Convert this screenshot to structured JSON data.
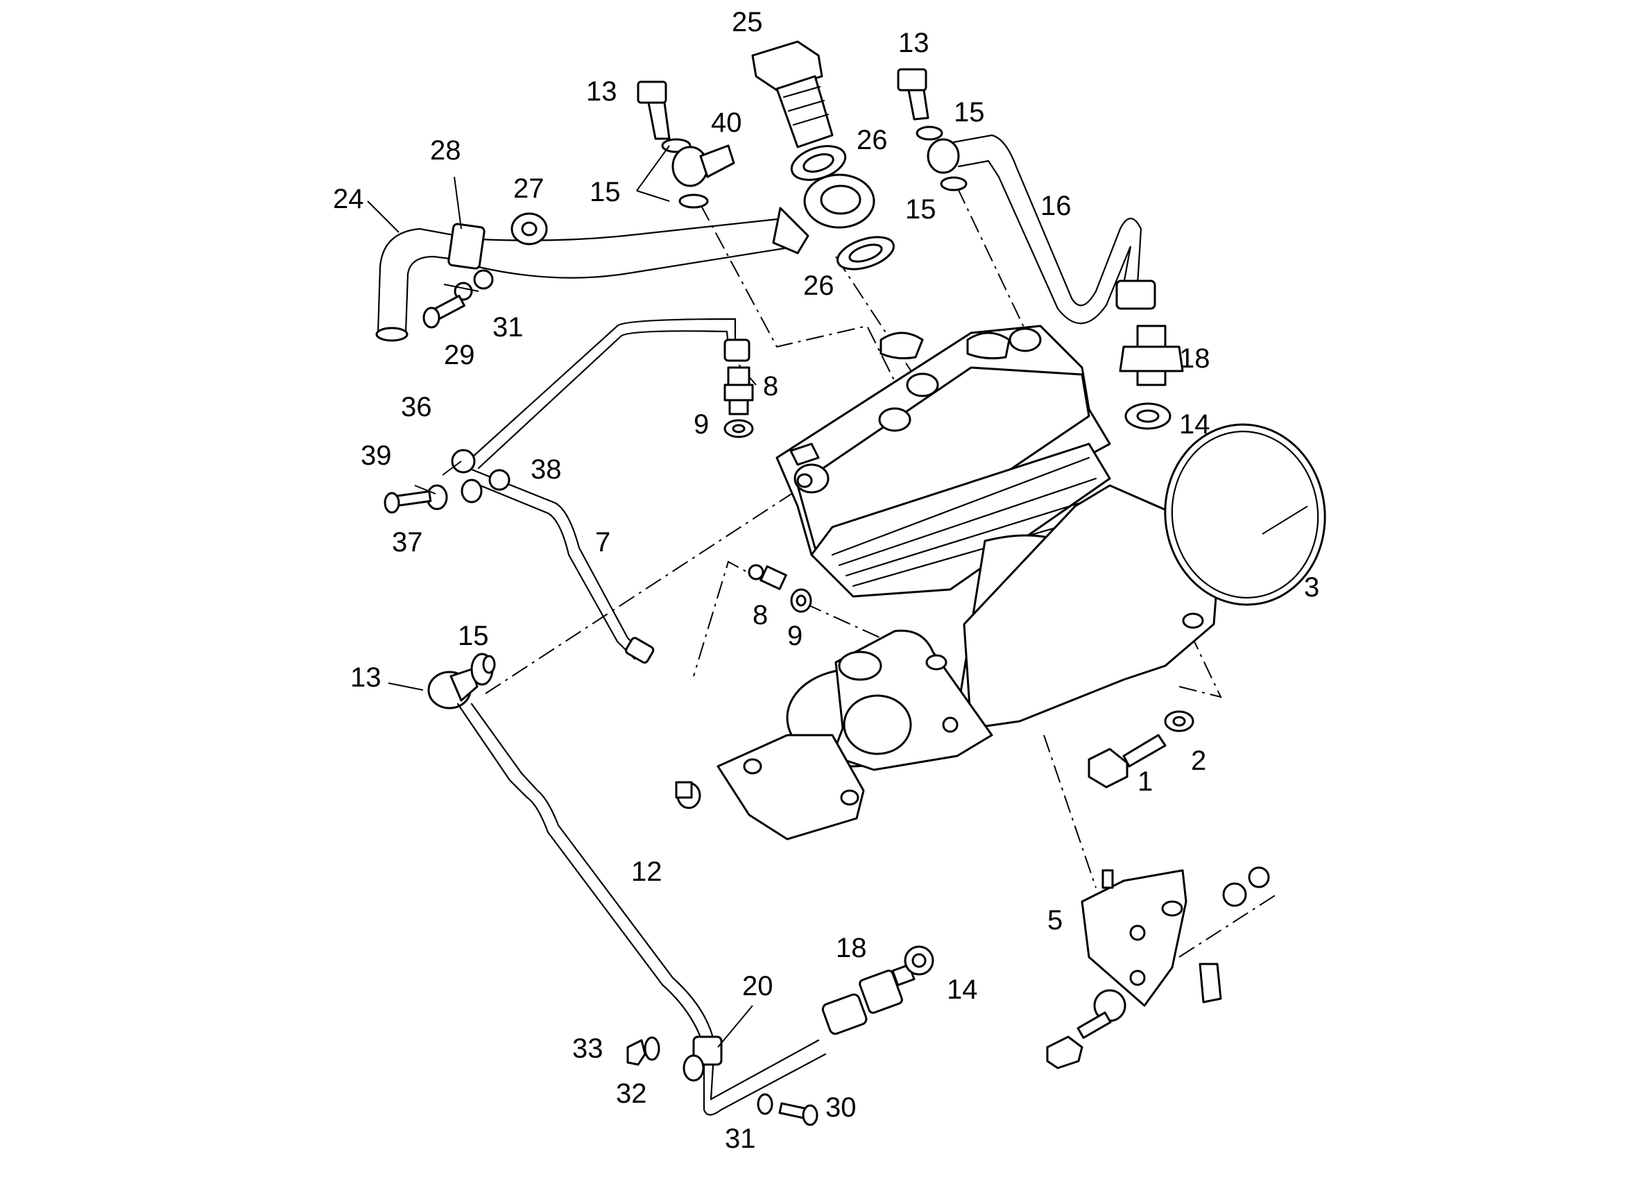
{
  "callouts": [
    {
      "id": "c25",
      "text": "25"
    },
    {
      "id": "c13a",
      "text": "13"
    },
    {
      "id": "c13b",
      "text": "13"
    },
    {
      "id": "c13c",
      "text": "13"
    },
    {
      "id": "c40",
      "text": "40"
    },
    {
      "id": "c15a",
      "text": "15"
    },
    {
      "id": "c15b",
      "text": "15"
    },
    {
      "id": "c15c",
      "text": "15"
    },
    {
      "id": "c15d",
      "text": "15"
    },
    {
      "id": "c26a",
      "text": "26"
    },
    {
      "id": "c26b",
      "text": "26"
    },
    {
      "id": "c28",
      "text": "28"
    },
    {
      "id": "c27",
      "text": "27"
    },
    {
      "id": "c24",
      "text": "24"
    },
    {
      "id": "c16",
      "text": "16"
    },
    {
      "id": "c31a",
      "text": "31"
    },
    {
      "id": "c31b",
      "text": "31"
    },
    {
      "id": "c29",
      "text": "29"
    },
    {
      "id": "c18a",
      "text": "18"
    },
    {
      "id": "c18b",
      "text": "18"
    },
    {
      "id": "c8a",
      "text": "8"
    },
    {
      "id": "c8b",
      "text": "8"
    },
    {
      "id": "c9a",
      "text": "9"
    },
    {
      "id": "c9b",
      "text": "9"
    },
    {
      "id": "c14a",
      "text": "14"
    },
    {
      "id": "c14b",
      "text": "14"
    },
    {
      "id": "c36",
      "text": "36"
    },
    {
      "id": "c39",
      "text": "39"
    },
    {
      "id": "c38",
      "text": "38"
    },
    {
      "id": "c37",
      "text": "37"
    },
    {
      "id": "c7",
      "text": "7"
    },
    {
      "id": "c3",
      "text": "3"
    },
    {
      "id": "c2",
      "text": "2"
    },
    {
      "id": "c1",
      "text": "1"
    },
    {
      "id": "c12",
      "text": "12"
    },
    {
      "id": "c5",
      "text": "5"
    },
    {
      "id": "c20",
      "text": "20"
    },
    {
      "id": "c33",
      "text": "33"
    },
    {
      "id": "c32",
      "text": "32"
    },
    {
      "id": "c30",
      "text": "30"
    }
  ]
}
